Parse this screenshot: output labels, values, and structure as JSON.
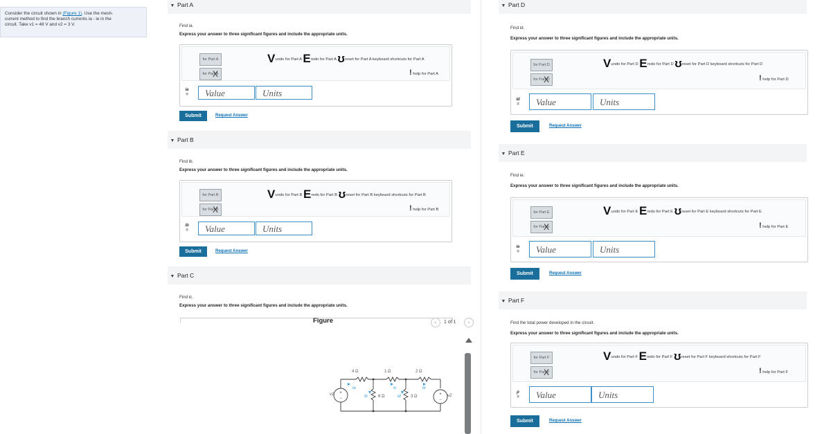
{
  "problem": {
    "line1": "Consider the circuit shown in ",
    "figure_link": "(Figure 1)",
    "line1b": ". Use the mesh-",
    "line2": "current method to find the branch currents ia - ie in the",
    "line3": "circuit. Take v1 = 48 V and v2 = 3 V."
  },
  "common": {
    "express": "Express your answer to three significant figures and include the appropriate units.",
    "value_placeholder": "Value",
    "units_placeholder": "Units",
    "submit": "Submit",
    "request_answer": "Request Answer",
    "equals": "="
  },
  "parts": {
    "A": {
      "title": "Part A",
      "find": "Find ia.",
      "var": "ia",
      "templates": "for Part A",
      "edit": "for Part A",
      "undo": "undo for Part A",
      "redo": "redo for Part A",
      "reset": "reset for Part A",
      "keyboard": "keyboard shortcuts for Part A",
      "help": "help for Part A"
    },
    "B": {
      "title": "Part B",
      "find": "Find ib.",
      "var": "ib",
      "templates": "for Part B",
      "edit": "for Part B",
      "undo": "undo for Part B",
      "redo": "redo for Part B",
      "reset": "reset for Part B",
      "keyboard": "keyboard shortcuts for Part B",
      "help": "help for Part B"
    },
    "C": {
      "title": "Part C",
      "find": "Find ic."
    },
    "D": {
      "title": "Part D",
      "find": "Find id.",
      "var": "id",
      "templates": "for Part D",
      "edit": "for Part D",
      "undo": "undo for Part D",
      "redo": "redo for Part D",
      "reset": "reset for Part D",
      "keyboard": "keyboard shortcuts for Part D",
      "help": "help for Part D"
    },
    "E": {
      "title": "Part E",
      "find": "Find ie.",
      "var": "ie",
      "templates": "for Part E",
      "edit": "for Part E",
      "undo": "undo for Part E",
      "redo": "redo for Part E",
      "reset": "reset for Part E",
      "keyboard": "keyboard shortcuts for Part E",
      "help": "help for Part E"
    },
    "F": {
      "title": "Part F",
      "find": "Find the total power developed in the circuit.",
      "var": "p",
      "templates": "for Part F",
      "edit": "for Part F",
      "undo": "undo for Part F",
      "redo": "redo for Part F",
      "reset": "reset for Part F",
      "keyboard": "keyboard shortcuts for Part F",
      "help": "help for Part F"
    }
  },
  "figure": {
    "title": "Figure",
    "pager": "1 of 1",
    "r1": "4 Ω",
    "r2": "1 Ω",
    "r3": "2 Ω",
    "r4": "6 Ω",
    "r5": "3 Ω",
    "v1": "v1",
    "v2": "v2",
    "ia": "ia",
    "ib": "ib",
    "ic": "ic",
    "id": "id",
    "ie": "ie"
  },
  "colors": {
    "accent": "#1a6e9c",
    "link": "#0a6fb5",
    "field_border": "#3a8fc7"
  }
}
